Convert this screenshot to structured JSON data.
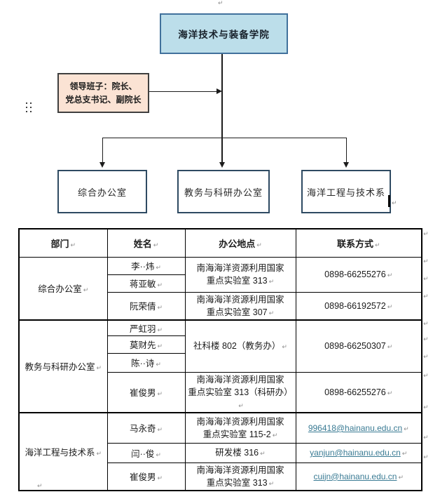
{
  "marks": {
    "return": "↵"
  },
  "org_chart": {
    "root": {
      "label": "海洋技术与装备学院",
      "bg_color": "#bcdeea",
      "border_color": "#41719c"
    },
    "leader": {
      "line1": "领导班子：院长、",
      "line2": "党总支书记、副院长",
      "bg_color": "#fbe3d4",
      "border_color": "#3f3f3f"
    },
    "children": [
      {
        "label": "综合办公室"
      },
      {
        "label": "教务与科研办公室"
      },
      {
        "label": "海洋工程与技术系"
      }
    ]
  },
  "table": {
    "headers": [
      "部门",
      "姓名",
      "办公地点",
      "联系方式"
    ],
    "link_color": "#3a7b94",
    "sections": [
      {
        "dept": "综合办公室",
        "rows": [
          {
            "name": "李··炜"
          },
          {
            "name": "蒋亚敏"
          },
          {
            "name": "阮荣倩"
          }
        ],
        "groups": [
          {
            "office_lines": [
              "南海海洋资源利用国家",
              "重点实验室 313"
            ],
            "contact": "0898-66255276"
          },
          {
            "office_lines": [
              "南海海洋资源利用国家",
              "重点实验室 307"
            ],
            "contact": "0898-66192572"
          }
        ]
      },
      {
        "dept": "教务与科研办公室",
        "rows": [
          {
            "name": "严虹羽"
          },
          {
            "name": "莫财先"
          },
          {
            "name": "陈··诗"
          },
          {
            "name": "崔俊男"
          }
        ],
        "groups": [
          {
            "office_lines": [
              "社科楼 802（教务办）"
            ],
            "contact": "0898-66250307"
          },
          {
            "office_lines": [
              "南海海洋资源利用国家",
              "重点实验室 313（科研办）"
            ],
            "contact": "0898-66255276"
          }
        ]
      },
      {
        "dept": "海洋工程与技术系",
        "rows": [
          {
            "name": "马永奇"
          },
          {
            "name": "闫··俊"
          },
          {
            "name": "崔俊男"
          }
        ],
        "groups": [
          {
            "office_lines": [
              "南海海洋资源利用国家",
              "重点实验室 115-2"
            ],
            "contact": "996418@hainanu.edu.cn",
            "is_link": true
          },
          {
            "office_lines": [
              "研发楼 316"
            ],
            "contact": "yanjun@hainanu.edu.cn",
            "is_link": true
          },
          {
            "office_lines": [
              "南海海洋资源利用国家",
              "重点实验室 313"
            ],
            "contact": "cuijn@hainanu.edu.cn",
            "is_link": true
          }
        ]
      }
    ]
  }
}
